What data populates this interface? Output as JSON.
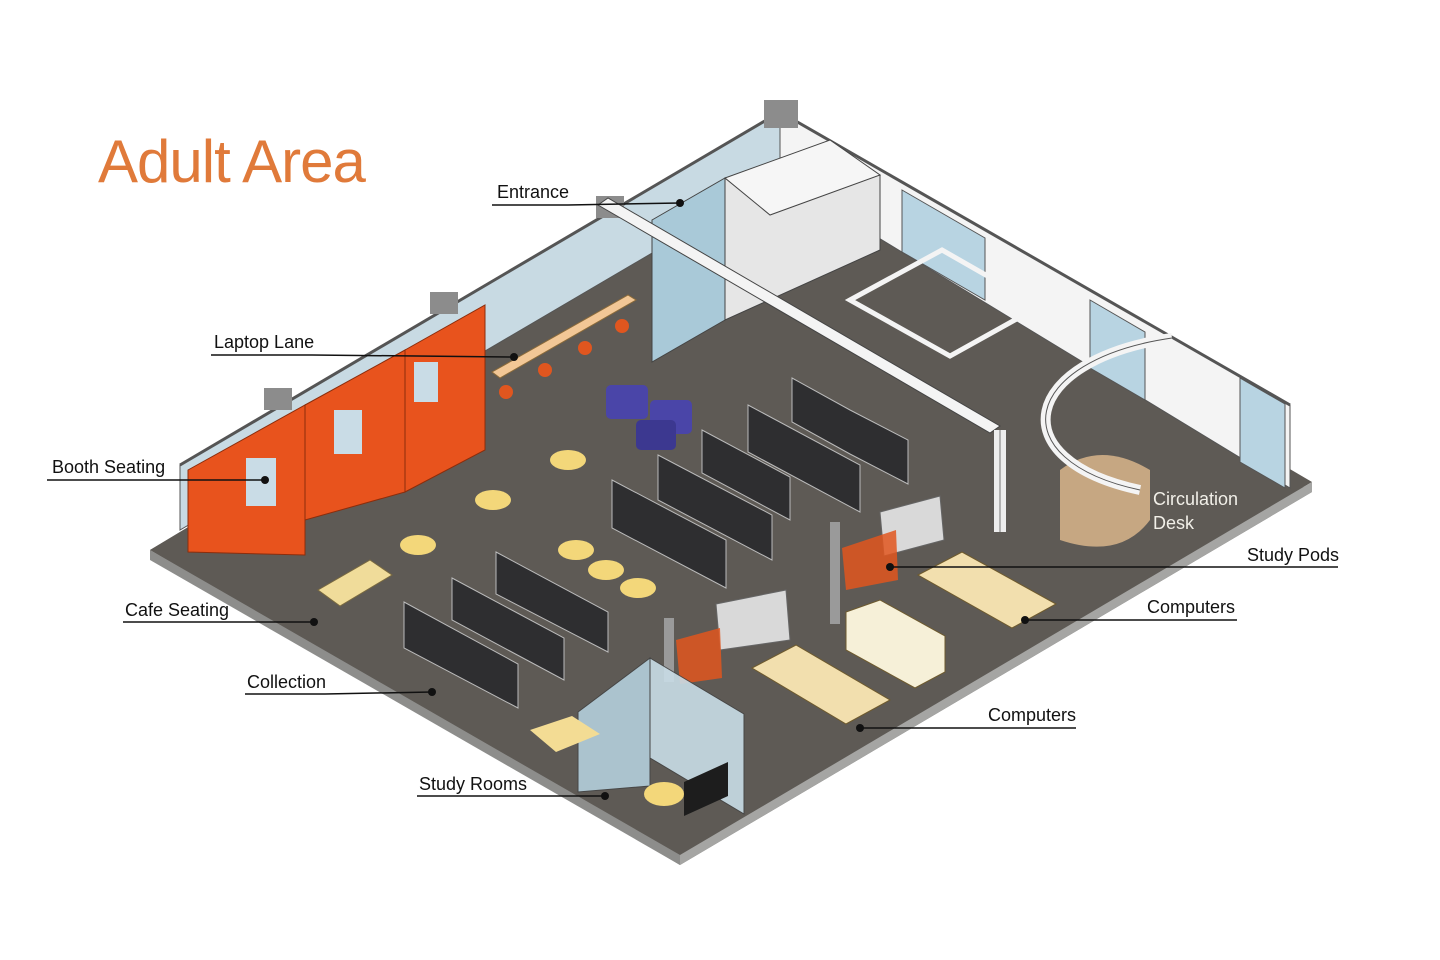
{
  "title": "Adult Area",
  "colors": {
    "title": "#e07a3a",
    "floor": "#5e5a55",
    "floor_edge": "#8a8a88",
    "booth": "#e8531d",
    "chair": "#e0561f",
    "wood": "#e9d6a3",
    "glass": "#b8d4e2",
    "wall": "#f2f2f2",
    "shelf": "#2e2e30",
    "sofa": "#4a45a8"
  },
  "callouts": {
    "entrance": "Entrance",
    "laptop_lane": "Laptop Lane",
    "booth_seating": "Booth Seating",
    "cafe_seating": "Cafe Seating",
    "collection": "Collection",
    "study_rooms": "Study Rooms",
    "study_pods": "Study Pods",
    "computers_upper": "Computers",
    "computers_lower": "Computers",
    "circulation_desk": {
      "line1": "Circulation",
      "line2": "Desk"
    }
  }
}
